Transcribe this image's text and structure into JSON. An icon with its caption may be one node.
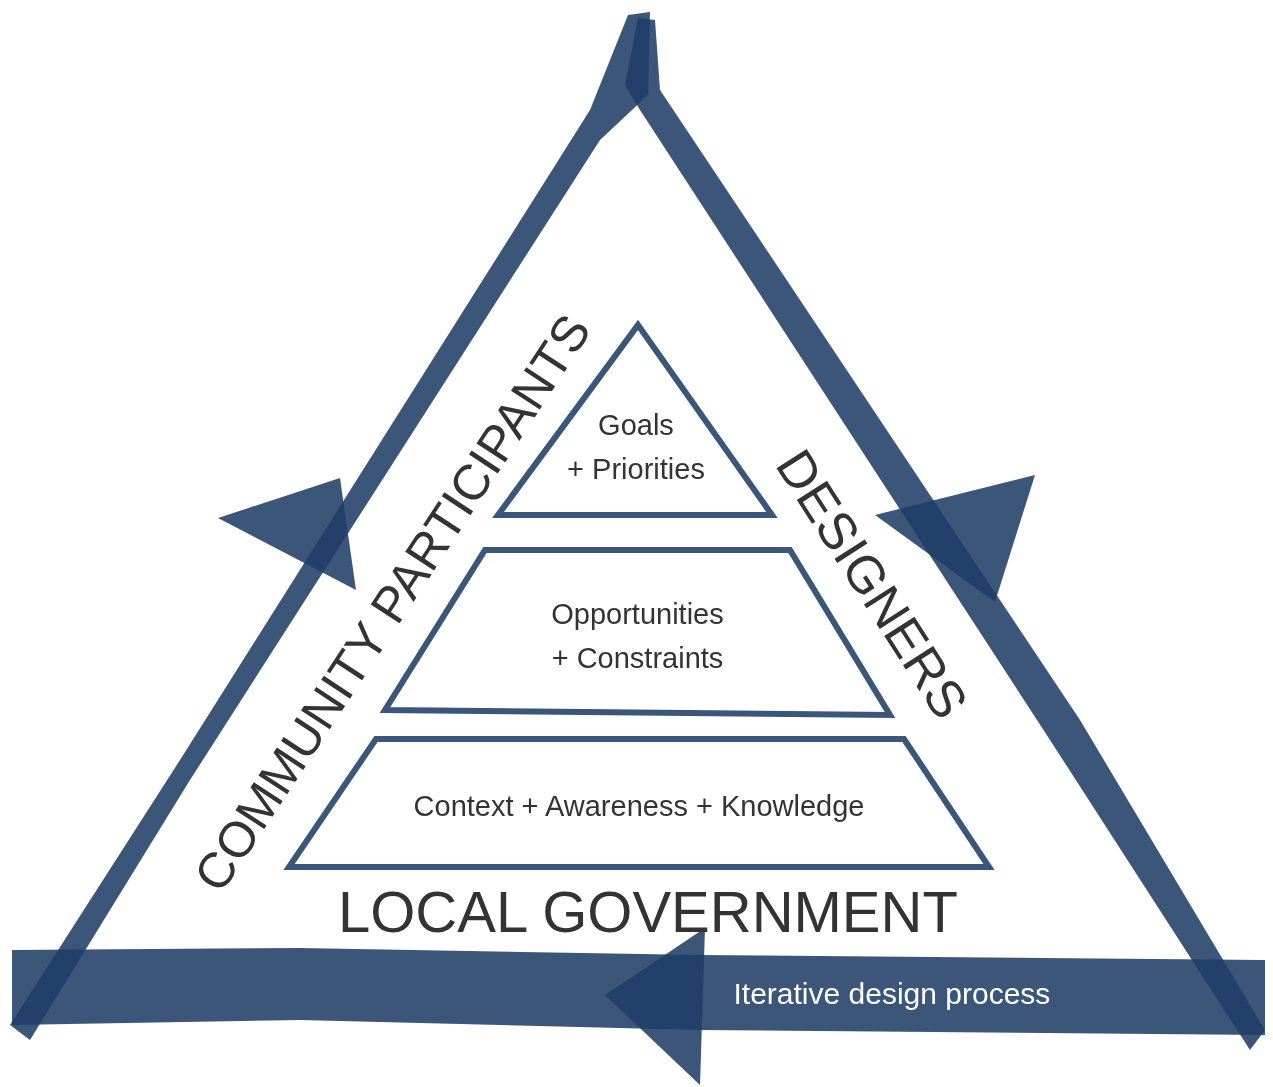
{
  "diagram": {
    "nodes": [
      {
        "text": [
          "Goals",
          "+ Priorities"
        ]
      },
      {
        "text": [
          "Opportunities",
          "+ Constraints"
        ]
      },
      {
        "text": [
          "Context + Awareness + Knowledge"
        ]
      }
    ],
    "labels": [
      "COMMUNITY PARTICIPANTS",
      "DESIGNERS",
      "LOCAL GOVERNMENT",
      "Iterative design process"
    ]
  }
}
